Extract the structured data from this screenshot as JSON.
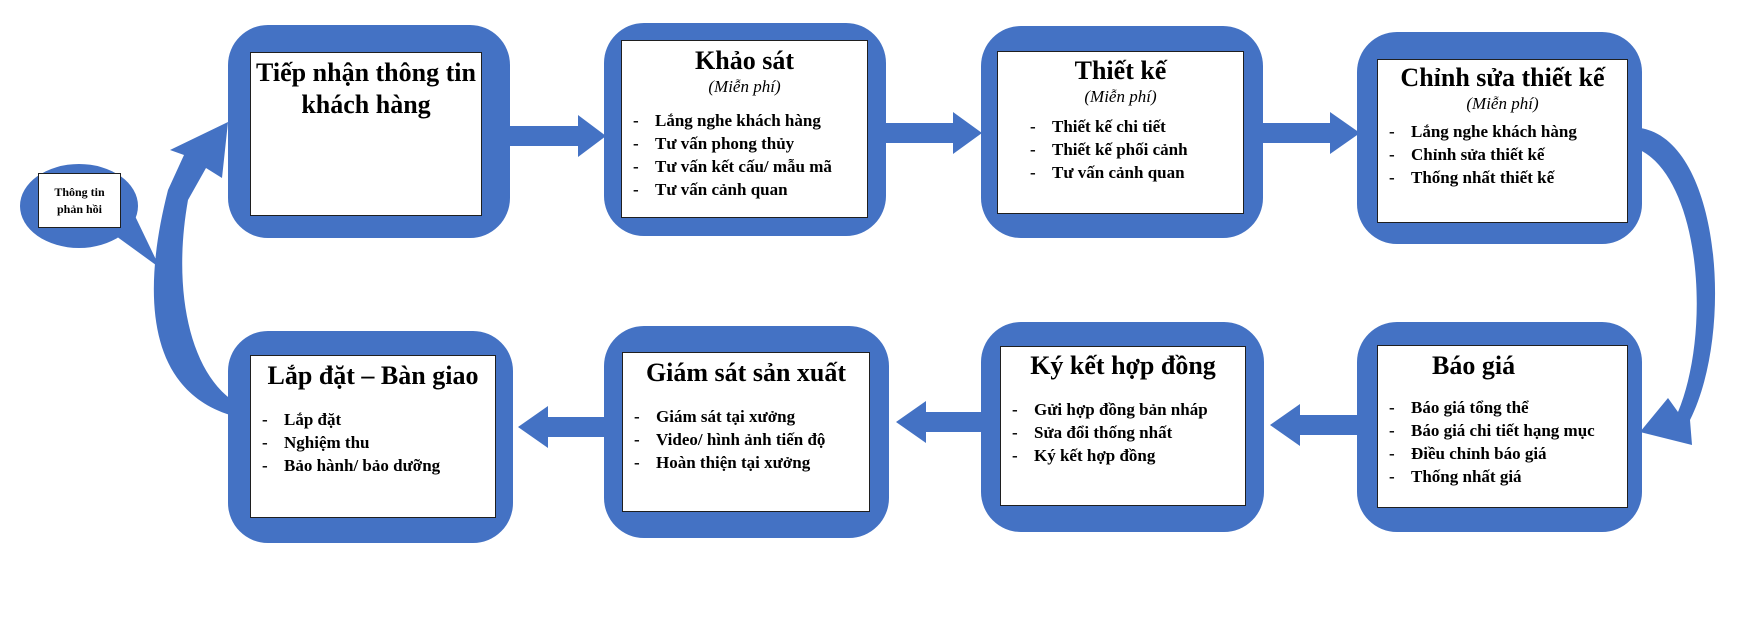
{
  "feedback": {
    "label": "Thông tin phản hồi"
  },
  "steps": [
    {
      "title": "Tiếp nhận thông tin khách hàng",
      "subtitle": "",
      "items": []
    },
    {
      "title": "Khảo sát",
      "subtitle": "(Miễn phí)",
      "items": [
        "Lắng nghe khách hàng",
        "Tư vấn phong thủy",
        "Tư vấn kết cấu/ mẫu mã",
        "Tư vấn cảnh quan"
      ]
    },
    {
      "title": "Thiết kế",
      "subtitle": "(Miễn phí)",
      "items": [
        "Thiết kế chi tiết",
        "Thiết kế phối cảnh",
        "Tư vấn cảnh quan"
      ]
    },
    {
      "title": "Chỉnh sửa thiết kế",
      "subtitle": "(Miễn phí)",
      "items": [
        "Lắng nghe khách hàng",
        "Chỉnh sửa thiết kế",
        "Thống nhất thiết kế"
      ]
    },
    {
      "title": "Báo giá",
      "subtitle": "",
      "items": [
        "Báo giá tổng thể",
        "Báo giá chi tiết hạng mục",
        "Điều chỉnh báo giá",
        "Thống nhất giá"
      ]
    },
    {
      "title": "Ký kết hợp đồng",
      "subtitle": "",
      "items": [
        "Gửi hợp đồng bản nháp",
        "Sửa đổi thống nhất",
        "Ký kết hợp đồng"
      ]
    },
    {
      "title": "Giám sát sản xuất",
      "subtitle": "",
      "items": [
        "Giám sát tại xưởng",
        "Video/ hình ảnh tiến độ",
        "Hoàn thiện tại xưởng"
      ]
    },
    {
      "title": "Lắp đặt – Bàn giao",
      "subtitle": "",
      "items": [
        "Lắp đặt",
        "Nghiệm thu",
        "Bảo hành/ bảo dưỡng"
      ]
    }
  ],
  "colors": {
    "accent": "#4472C4",
    "box_fill": "#FFFFFF",
    "text": "#000000"
  }
}
